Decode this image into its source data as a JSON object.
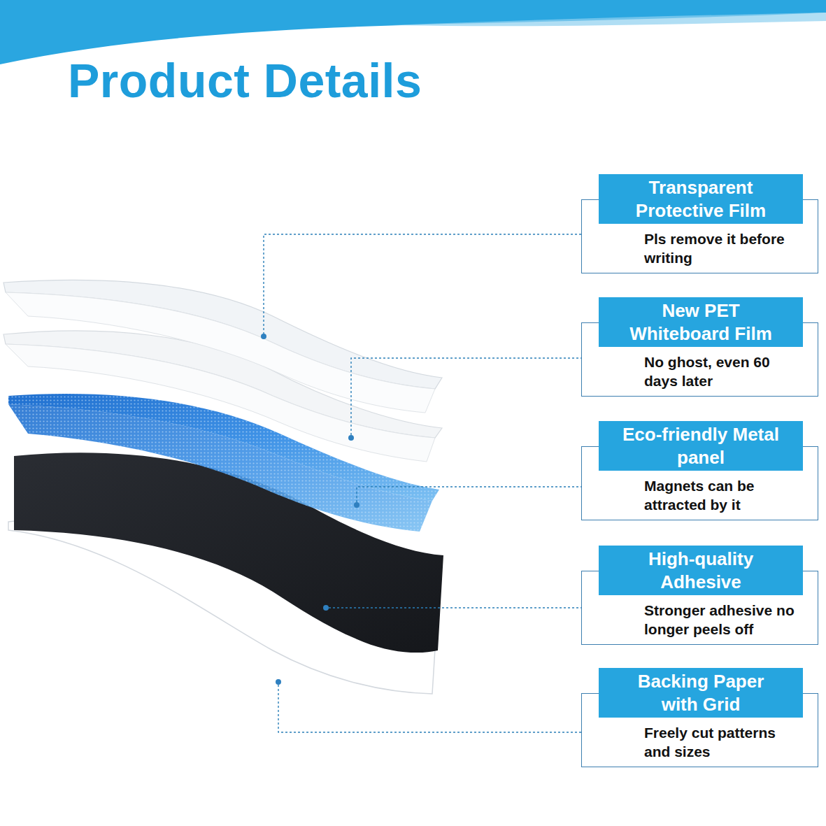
{
  "diagram": {
    "title": "Product Details",
    "nodes": [
      {
        "text": [
          "Transparent Protective Film",
          "Pls remove it before writing"
        ]
      },
      {
        "text": [
          "New PET Whiteboard Film",
          "No ghost, even 60 days later"
        ]
      },
      {
        "text": [
          "Eco-friendly Metal panel",
          "Magnets can be attracted by it"
        ]
      },
      {
        "text": [
          "High-quality Adhesive",
          "Stronger adhesive no longer peels off"
        ]
      },
      {
        "text": [
          "Backing Paper with Grid",
          "Freely cut patterns and sizes"
        ]
      }
    ]
  }
}
